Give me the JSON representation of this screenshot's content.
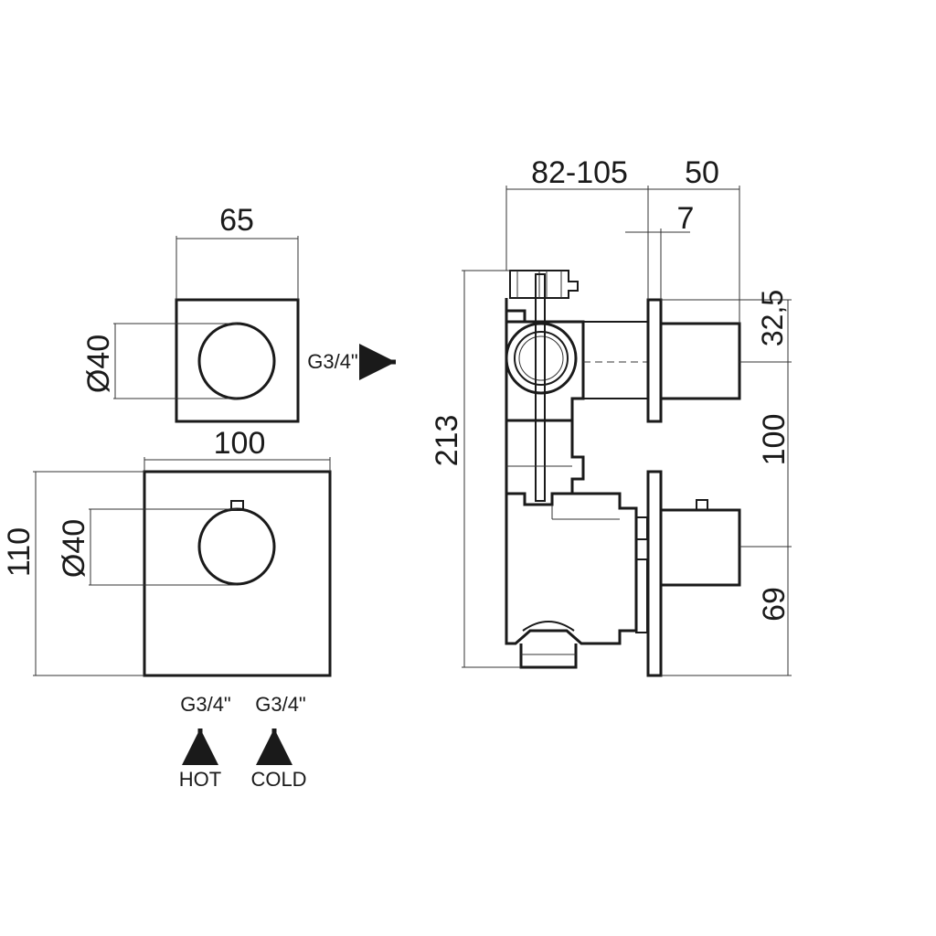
{
  "top_plate": {
    "width_label": "65",
    "diameter_label": "Ø40"
  },
  "bottom_plate": {
    "width_label": "100",
    "height_label": "110",
    "diameter_label": "Ø40"
  },
  "side_view": {
    "inlet_label": "G3/4\"",
    "depth_label": "82-105",
    "projection_label": "50",
    "plate_label": "7",
    "height_label": "213",
    "upper_offset_label": "32,5",
    "spacing_label": "100",
    "lower_offset_label": "69"
  },
  "inlets": [
    {
      "thread": "G3/4\"",
      "name": "HOT"
    },
    {
      "thread": "G3/4\"",
      "name": "COLD"
    }
  ]
}
